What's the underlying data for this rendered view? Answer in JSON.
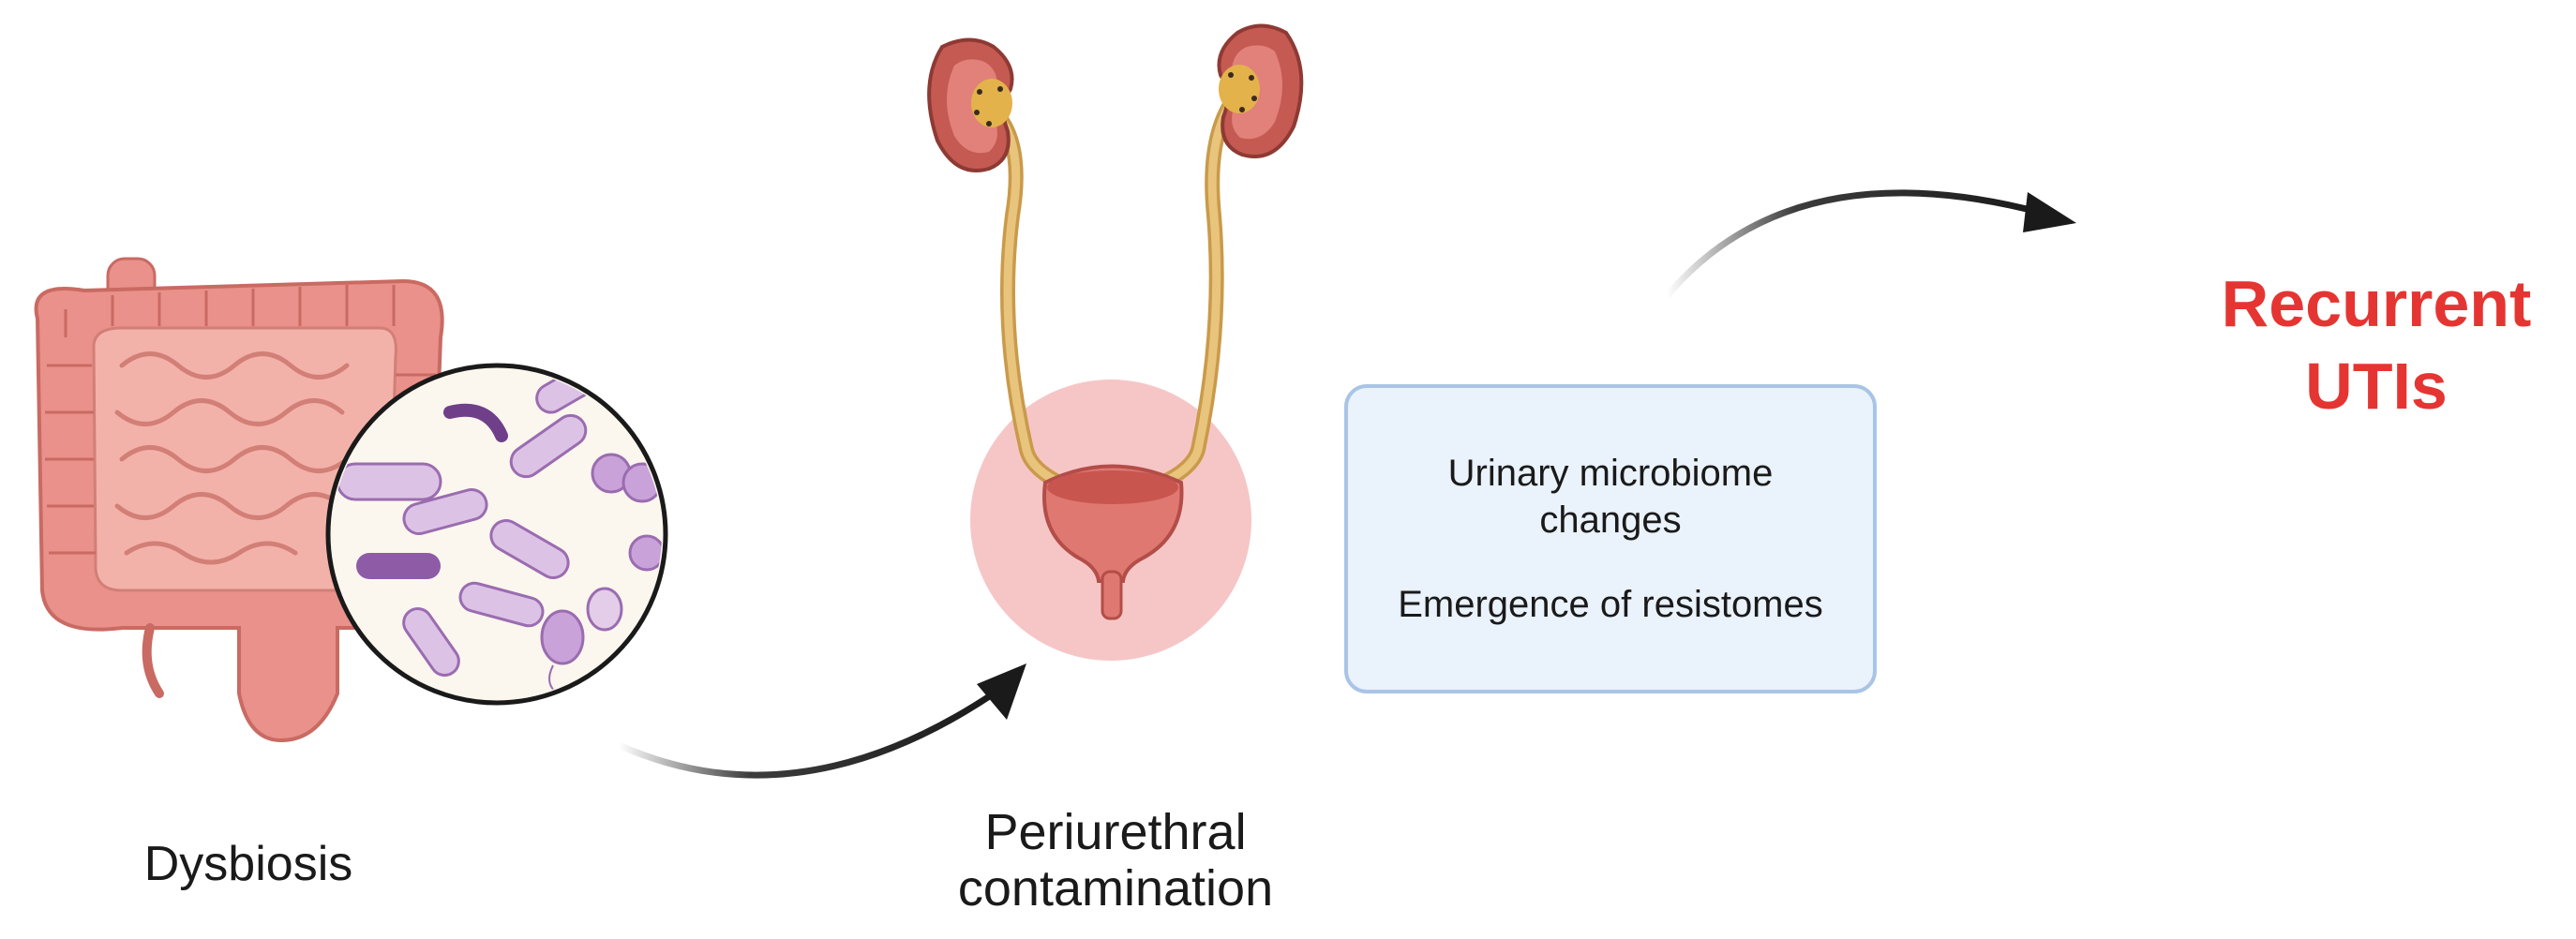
{
  "labels": {
    "dysbiosis": "Dysbiosis",
    "periurethral_line1": "Periurethral",
    "periurethral_line2": "contamination"
  },
  "info_box": {
    "line1": "Urinary microbiome changes",
    "line2": "Emergence of resistomes"
  },
  "outcome": {
    "line1": "Recurrent",
    "line2": "UTIs"
  },
  "colors": {
    "outcome_text": "#e53532",
    "box_fill": "#eaf2fb",
    "box_border": "#a9c4e6",
    "arrow": "#1a1a1a",
    "intestine": "#e9918a",
    "kidney": "#c55a52",
    "ureter": "#d8ae5e",
    "bladder_halo": "#f6c6c6",
    "bacteria_purple": "#9b6cb0"
  },
  "icons": {
    "gut": "large-intestine-icon",
    "microscope_view": "bacteria-magnifier-icon",
    "urinary_tract": "urinary-tract-icon"
  }
}
